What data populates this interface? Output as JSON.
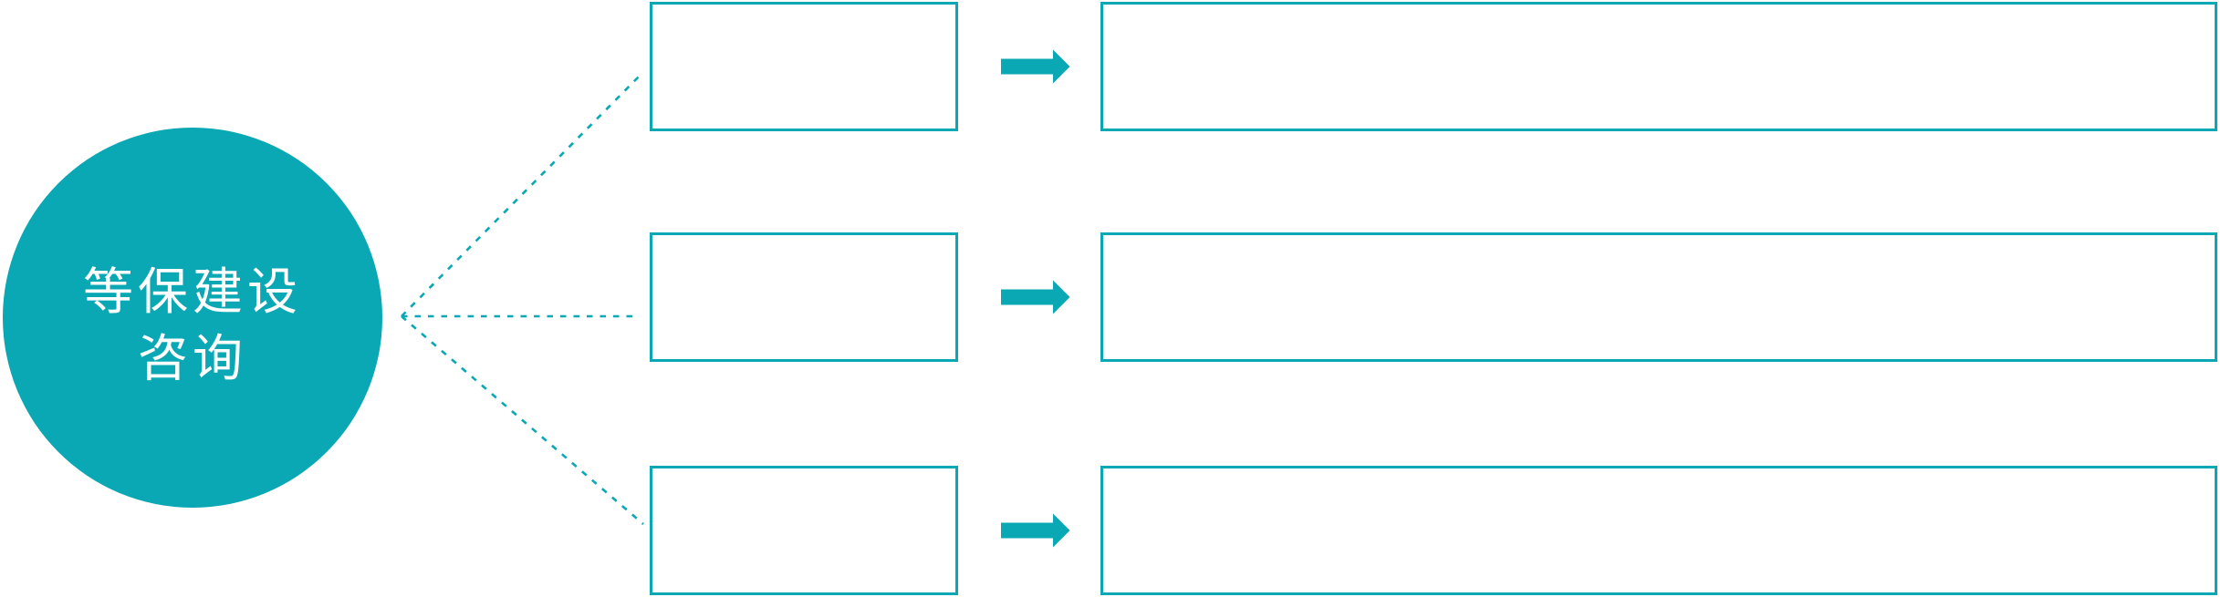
{
  "diagram": {
    "title_hint": "hub-and-spoke process diagram",
    "hub": {
      "label_line1": "等保建设",
      "label_line2": "咨询"
    },
    "rows": [
      {
        "step_label": "",
        "detail_label": ""
      },
      {
        "step_label": "",
        "detail_label": ""
      },
      {
        "step_label": "",
        "detail_label": ""
      }
    ],
    "icons": {
      "arrow": "right-block-arrow-icon",
      "connector": "dotted-connector-line"
    },
    "colors": {
      "accent": "#09A8B4",
      "background": "#FFFFFF",
      "hub_text": "#FFFFFF"
    }
  }
}
